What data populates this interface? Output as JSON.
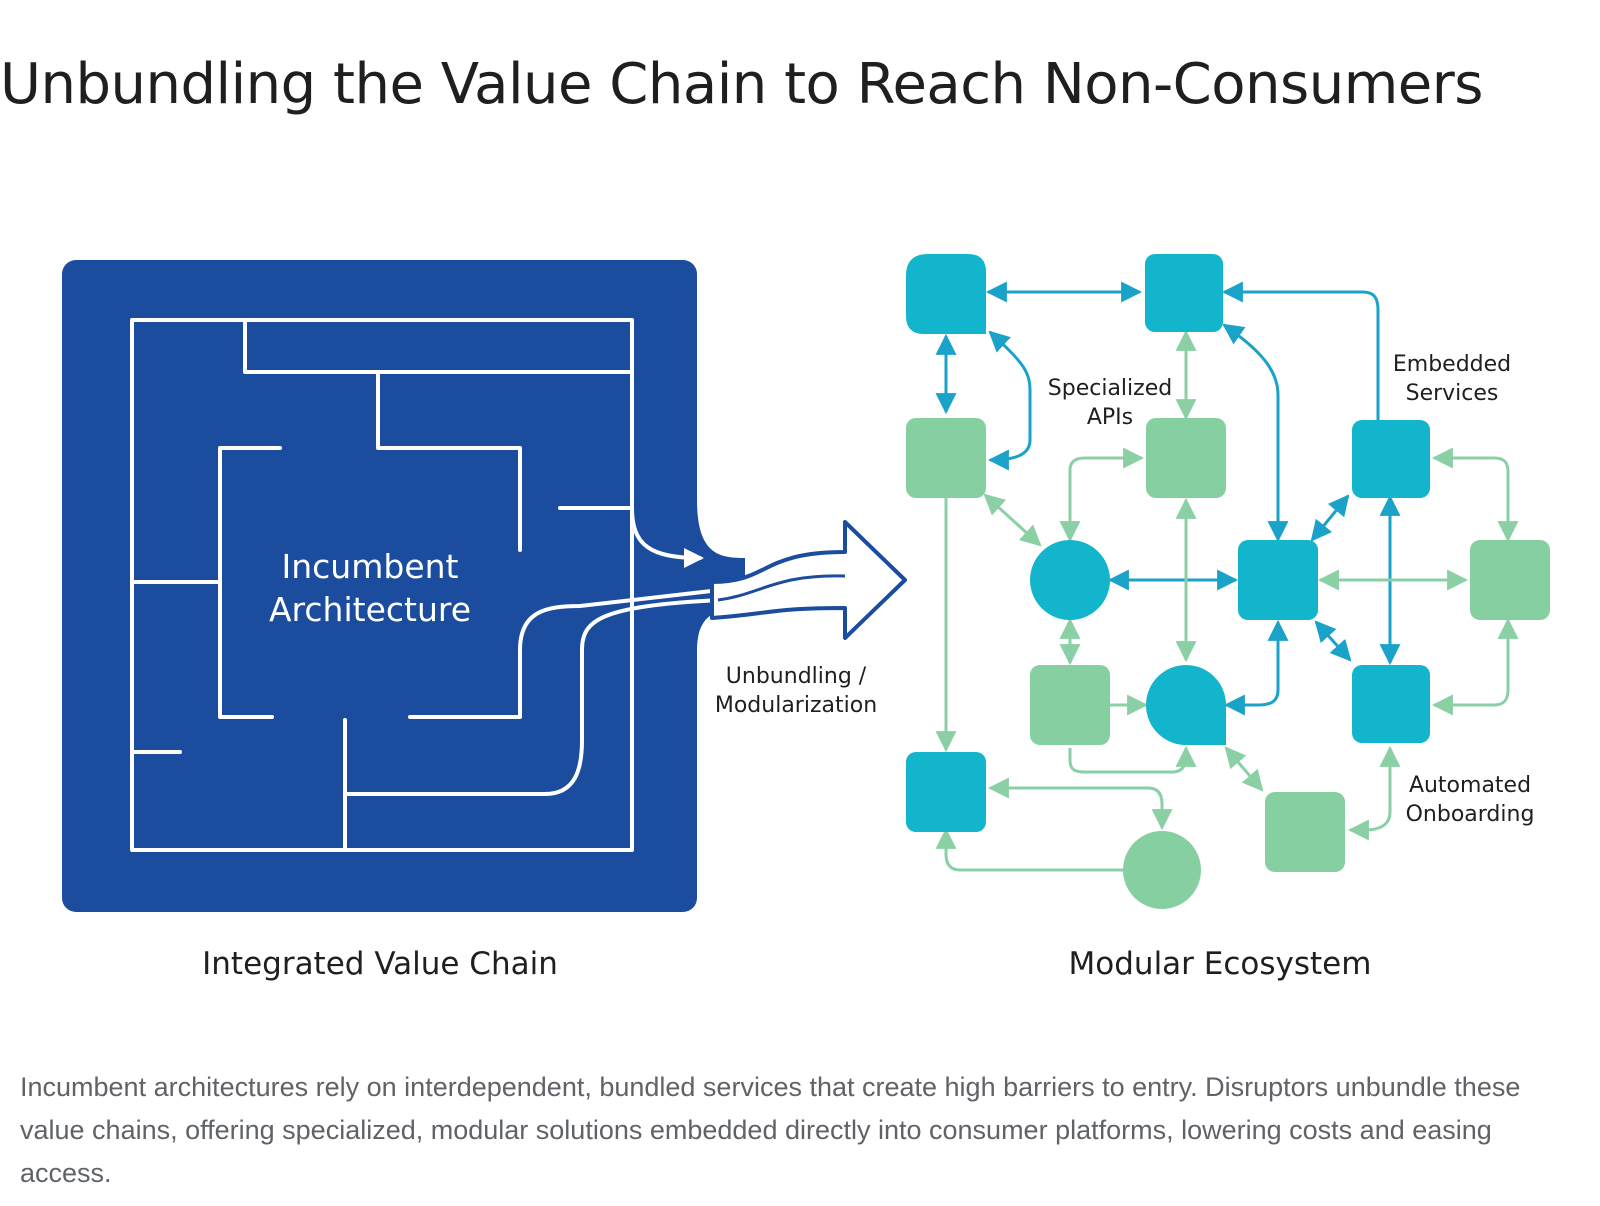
{
  "title": "Unbundling the Value Chain to Reach Non-Consumers",
  "left_panel": {
    "center_label_line1": "Incumbent",
    "center_label_line2": "Architecture",
    "caption": "Integrated Value Chain"
  },
  "transition": {
    "label_line1": "Unbundling /",
    "label_line2": "Modularization"
  },
  "right_panel": {
    "caption": "Modular Ecosystem",
    "annotations": {
      "specialized_apis_line1": "Specialized",
      "specialized_apis_line2": "APIs",
      "embedded_services_line1": "Embedded",
      "embedded_services_line2": "Services",
      "automated_onboarding_line1": "Automated",
      "automated_onboarding_line2": "Onboarding"
    }
  },
  "colors": {
    "navy": "#1b4c9e",
    "teal": "#12b5cb",
    "teal_line": "#1aa2c8",
    "green": "#86cfa0",
    "green_line": "#8ad0a4"
  },
  "description": "Incumbent architectures rely on interdependent, bundled services that create high barriers to entry. Disruptors unbundle these value chains, offering specialized, modular solutions embedded directly into consumer platforms, lowering costs and easing access."
}
